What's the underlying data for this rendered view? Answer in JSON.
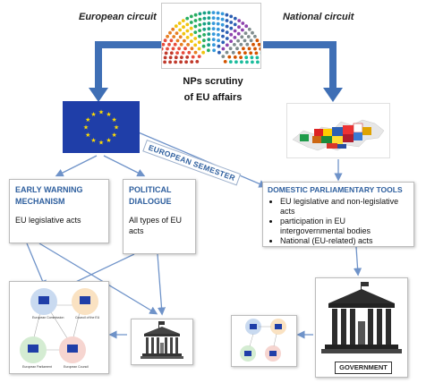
{
  "header": {
    "left_label": "European circuit",
    "right_label": "National circuit",
    "center_title_1": "NPs scrutiny",
    "center_title_2": "of EU affairs"
  },
  "diagonal_label": "EUROPEAN SEMESTER",
  "early_warning": {
    "title_1": "EARLY WARNING",
    "title_2": "MECHANISM",
    "text": "EU legislative acts"
  },
  "political_dialogue": {
    "title_1": "POLITICAL",
    "title_2": "DIALOGUE",
    "text_1": "All types of EU",
    "text_2": "acts"
  },
  "domestic_tools": {
    "title": "DOMESTIC PARLIAMENTARY TOOLS",
    "items": [
      "EU legislative and non-legislative acts",
      "participation in EU intergovernmental bodies",
      "National (EU-related) acts"
    ]
  },
  "government_label": "GOVERNMENT",
  "eu_institutions": [
    "European Commission",
    "Council of the EU",
    "European Parliament",
    "European Council"
  ],
  "colors": {
    "arrow_big": "#3f6fb5",
    "arrow_small": "#6f93c9",
    "box_title": "#2e5f9e",
    "eu_blue": "#1f3ea8",
    "eu_star": "#ffdd00"
  },
  "icons": [
    "hemicycle-icon",
    "eu-flag-icon",
    "europe-map-icon",
    "parliament-building-icon",
    "government-building-icon",
    "eu-institutions-icon"
  ]
}
